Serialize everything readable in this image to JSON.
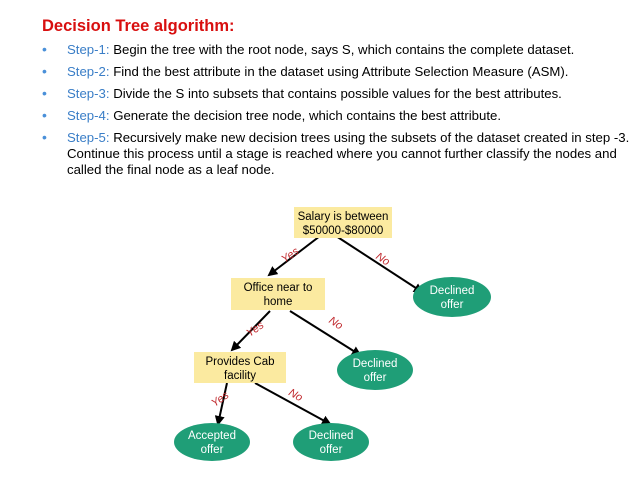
{
  "title": "Decision Tree algorithm:",
  "steps": [
    {
      "label": "Step-1:",
      "text": " Begin the tree with the root node, says S, which contains the complete dataset."
    },
    {
      "label": "Step-2:",
      "text": " Find the best attribute in the dataset using Attribute Selection Measure (ASM)."
    },
    {
      "label": "Step-3:",
      "text": " Divide the S into subsets that contains possible values for the best attributes."
    },
    {
      "label": "Step-4:",
      "text": " Generate the decision tree node, which contains the best attribute."
    },
    {
      "label": "Step-5:",
      "text": " Recursively make new decision trees using the subsets of the dataset created in step -3. Continue this process until a stage is reached where you cannot further classify the nodes and called the final node as a leaf node."
    }
  ],
  "tree": {
    "root": {
      "line1": "Salary is between",
      "line2": "$50000-$80000"
    },
    "office": {
      "line1": "Office near to",
      "line2": "home"
    },
    "cab": {
      "line1": "Provides Cab",
      "line2": "facility"
    },
    "declined1": {
      "line1": "Declined",
      "line2": "offer"
    },
    "declined2": {
      "line1": "Declined",
      "line2": "offer"
    },
    "accepted": {
      "line1": "Accepted",
      "line2": "offer"
    },
    "declined3": {
      "line1": "Declined",
      "line2": "offer"
    },
    "edges": {
      "root_yes": "Yes",
      "root_no": "No",
      "office_yes": "Yes",
      "office_no": "No",
      "cab_yes": "Yes",
      "cab_no": "No"
    }
  },
  "colors": {
    "title": "#d80f0f",
    "step_label": "#3a7ec7",
    "bullet": "#4a90d9",
    "decision_box": "#fbeaa0",
    "leaf_node": "#1f9e77",
    "edge_label": "#c0282d"
  }
}
